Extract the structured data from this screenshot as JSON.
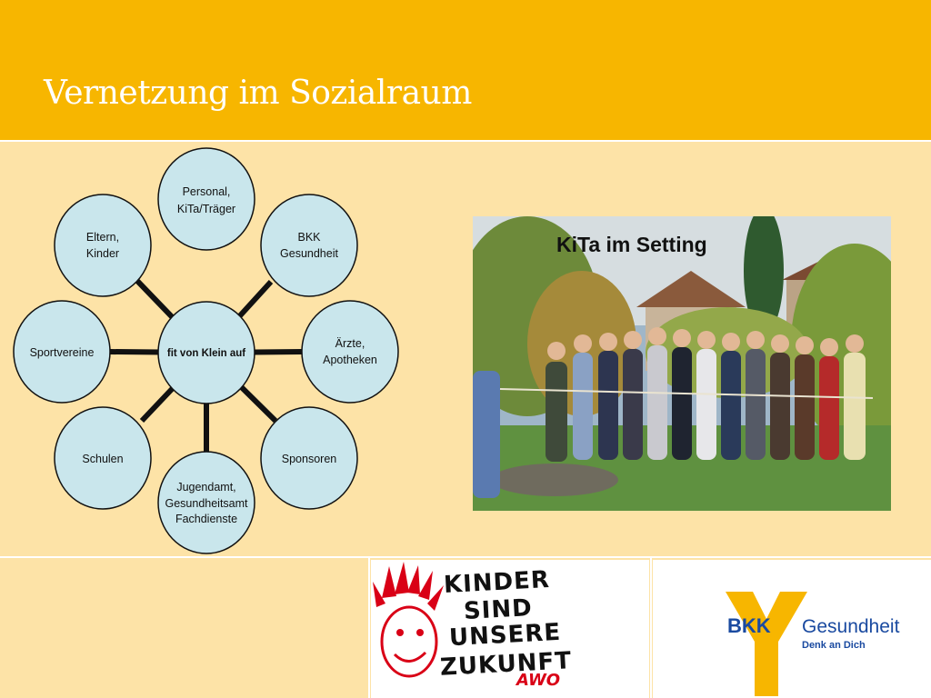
{
  "title": "Vernetzung im Sozialraum",
  "diagram": {
    "center": "fit von Klein auf",
    "nodes": {
      "top": [
        "Personal,",
        "KiTa/Träger"
      ],
      "top_right": [
        "BKK",
        "Gesundheit"
      ],
      "right": [
        "Ärzte,",
        "Apotheken"
      ],
      "bottom_right": [
        "Sponsoren"
      ],
      "bottom": [
        "Jugendamt,",
        "Gesundheitsamt",
        "Fachdienste"
      ],
      "bottom_left": [
        "Schulen"
      ],
      "left": [
        "Sportvereine"
      ],
      "top_left": [
        "Eltern,",
        "Kinder"
      ]
    },
    "node_fill": "#c9e6ec",
    "edge_color": "#111111"
  },
  "photo": {
    "caption": "KiTa im Setting"
  },
  "logos": {
    "awo": {
      "lines": [
        "KINDER",
        "SIND",
        "UNSERE",
        "ZUKUNFT"
      ],
      "tag": "AWO",
      "accent": "#d90016"
    },
    "bkk": {
      "brand": "BKK",
      "name": "Gesundheit",
      "slogan": "Denk an Dich",
      "accent": "#f7b600",
      "text_color": "#1a4aa0"
    }
  },
  "colors": {
    "header": "#f7b600",
    "background": "#fde3a7"
  }
}
